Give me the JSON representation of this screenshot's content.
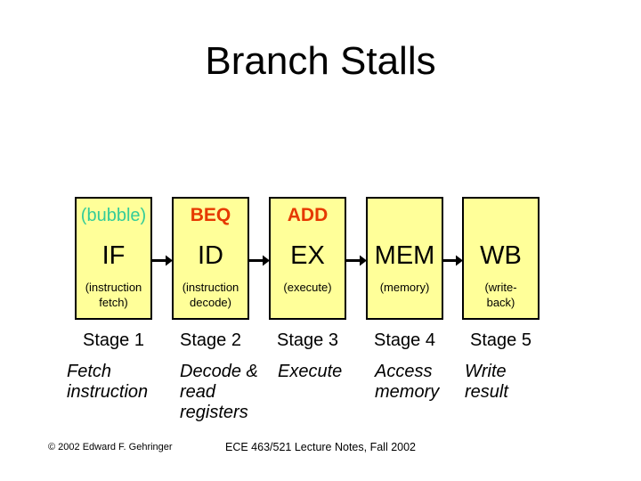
{
  "slide": {
    "title": "Branch Stalls",
    "footer_left": "© 2002 Edward F. Gehringer",
    "footer_center": "ECE 463/521 Lecture Notes, Fall 2002"
  },
  "colors": {
    "background": "#ffffff",
    "box_fill": "#ffff99",
    "box_border": "#000000",
    "bubble_green": "#33cc99",
    "instruction_red": "#e63900",
    "text": "#000000"
  },
  "pipeline": {
    "stages": [
      {
        "instr": "(bubble)",
        "abbrev": "IF",
        "detail": "(instruction\nfetch)",
        "stage_label": "Stage 1",
        "description": "Fetch\ninstruction"
      },
      {
        "instr": "BEQ",
        "abbrev": "ID",
        "detail": "(instruction\ndecode)",
        "stage_label": "Stage 2",
        "description": "Decode &\nread\nregisters"
      },
      {
        "instr": "ADD",
        "abbrev": "EX",
        "detail": "(execute)",
        "stage_label": "Stage 3",
        "description": "Execute"
      },
      {
        "instr": "",
        "abbrev": "MEM",
        "detail": "(memory)",
        "stage_label": "Stage 4",
        "description": "Access\nmemory"
      },
      {
        "instr": "",
        "abbrev": "WB",
        "detail": "(write-\nback)",
        "stage_label": "Stage 5",
        "description": "Write\nresult"
      }
    ]
  }
}
